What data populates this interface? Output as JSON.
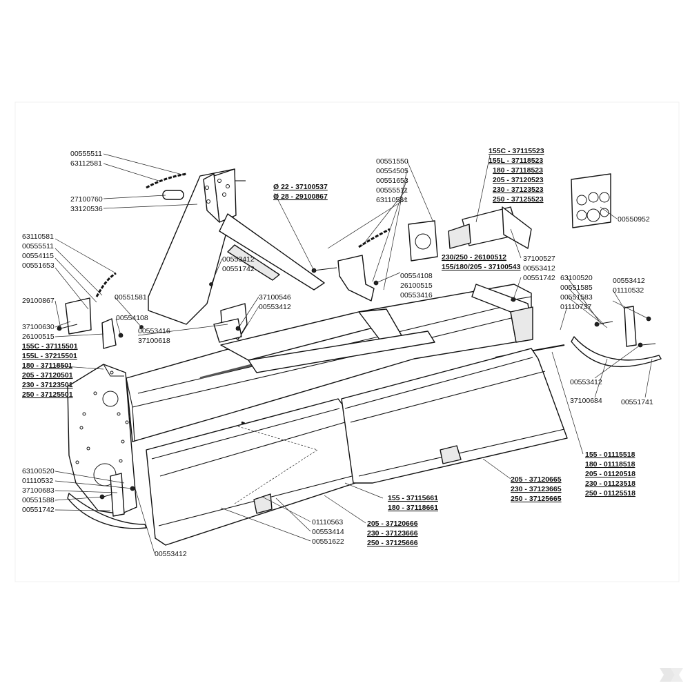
{
  "labels": {
    "l01": "00555511",
    "l02": "63112581",
    "l03": "27100760",
    "l04": "33120536",
    "l05": "Ø 22 - 37100537",
    "l06": "Ø 28 - 29100867",
    "l07": "00551550",
    "l08": "00554505",
    "l09": "00551653",
    "l10": "00555511",
    "l11": "63110581",
    "l12": "155C - 37115523",
    "l13": "155L - 37118523",
    "l14": "180 - 37118523",
    "l15": "205 - 37120523",
    "l16": "230 - 37123523",
    "l17": "250 - 37125523",
    "l18": "00550952",
    "l19": "63110581",
    "l20": "00555511",
    "l21": "00554115",
    "l22": "00551653",
    "l23": "00553412",
    "l24": "00551742",
    "l25": "230/250 - 26100512",
    "l26": "155/180/205 - 37100543",
    "l27": "37100527",
    "l28": "00553412",
    "l29": "00551742",
    "l30": "00554108",
    "l31": "26100515",
    "l32": "00553416",
    "l33": "63100520",
    "l34": "00551585",
    "l35": "00551583",
    "l36": "01110737",
    "l37": "00553412",
    "l38": "01110532",
    "l39": "29100867",
    "l40": "00551581",
    "l41": "00554108",
    "l42": "37100546",
    "l43": "00553412",
    "l44": "37100630",
    "l45": "26100515",
    "l46": "155C - 37115501",
    "l47": "155L - 37215501",
    "l48": "180 - 37118501",
    "l49": "205 - 37120501",
    "l50": "230 - 37123501",
    "l51": "250 - 37125501",
    "l52": "00553416",
    "l53": "37100618",
    "l54": "00553412",
    "l55": "37100684",
    "l56": "00551741",
    "l57": "155 - 01115518",
    "l58": "180 - 01118518",
    "l59": "205 - 01120518",
    "l60": "230 - 01123518",
    "l61": "250 - 01125518",
    "l62": "205 - 37120665",
    "l63": "230 - 37123665",
    "l64": "250 - 37125665",
    "l65": "63100520",
    "l66": "01110532",
    "l67": "37100683",
    "l68": "00551588",
    "l69": "00551742",
    "l70": "155 - 37115661",
    "l71": "180 - 37118661",
    "l72": "01110563",
    "l73": "00553414",
    "l74": "00551622",
    "l75": "205 - 37120666",
    "l76": "230 - 37123666",
    "l77": "250 - 37125666",
    "l78": "00553412"
  }
}
